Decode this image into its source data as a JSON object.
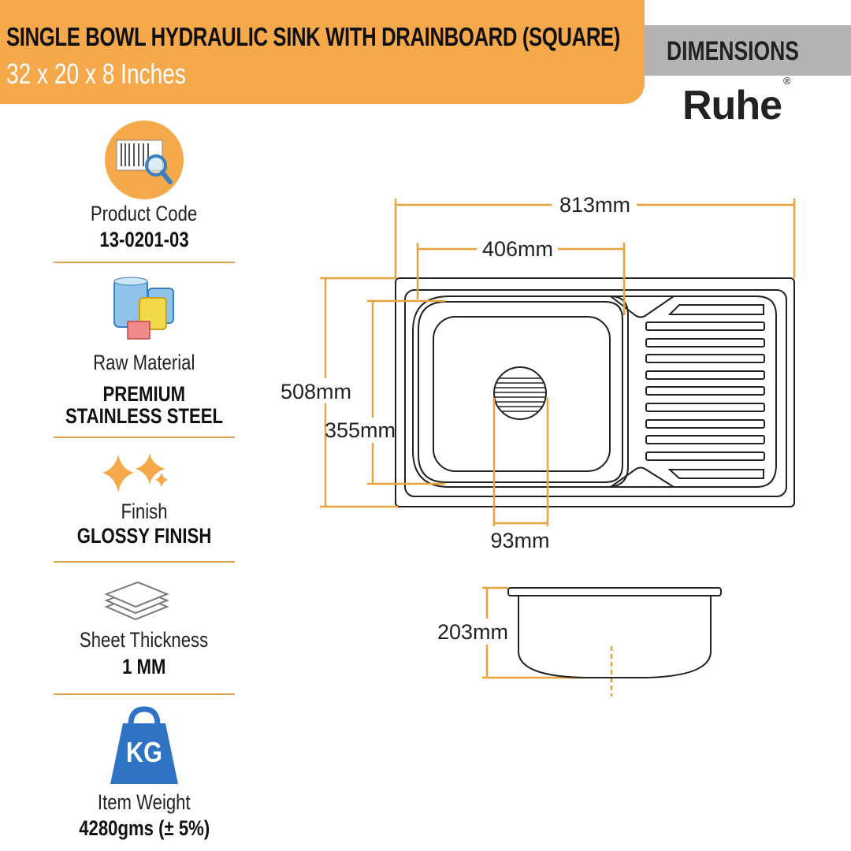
{
  "header": {
    "title": "SINGLE BOWL HYDRAULIC SINK WITH DRAINBOARD (SQUARE)",
    "subtitle": "32 x 20 x 8 Inches",
    "section_label": "DIMENSIONS",
    "brand": "Ruhe",
    "brand_mark": "®"
  },
  "specs": [
    {
      "icon": "barcode-search-icon",
      "label": "Product Code",
      "value": [
        "13-0201-03"
      ]
    },
    {
      "icon": "material-drums-icon",
      "label": "Raw Material",
      "value": [
        "PREMIUM",
        "STAINLESS STEEL"
      ]
    },
    {
      "icon": "sparkle-icon",
      "label": "Finish",
      "value": [
        "GLOSSY FINISH"
      ]
    },
    {
      "icon": "layers-icon",
      "label": "Sheet Thickness",
      "value": [
        "1 MM"
      ]
    },
    {
      "icon": "kettlebell-weight-icon",
      "label": "Item Weight",
      "value": [
        "4280gms (± 5%)"
      ],
      "badge": "KG"
    }
  ],
  "dimensions": {
    "overall_length": "813mm",
    "bowl_length": "406mm",
    "overall_width": "508mm",
    "bowl_width": "355mm",
    "drain_diameter": "93mm",
    "depth": "203mm"
  },
  "colors": {
    "accent": "#F5A94A",
    "dimension_line": "#E8A33C",
    "section_bar": "#B3B3B3",
    "weight_icon": "#2E73C4"
  }
}
